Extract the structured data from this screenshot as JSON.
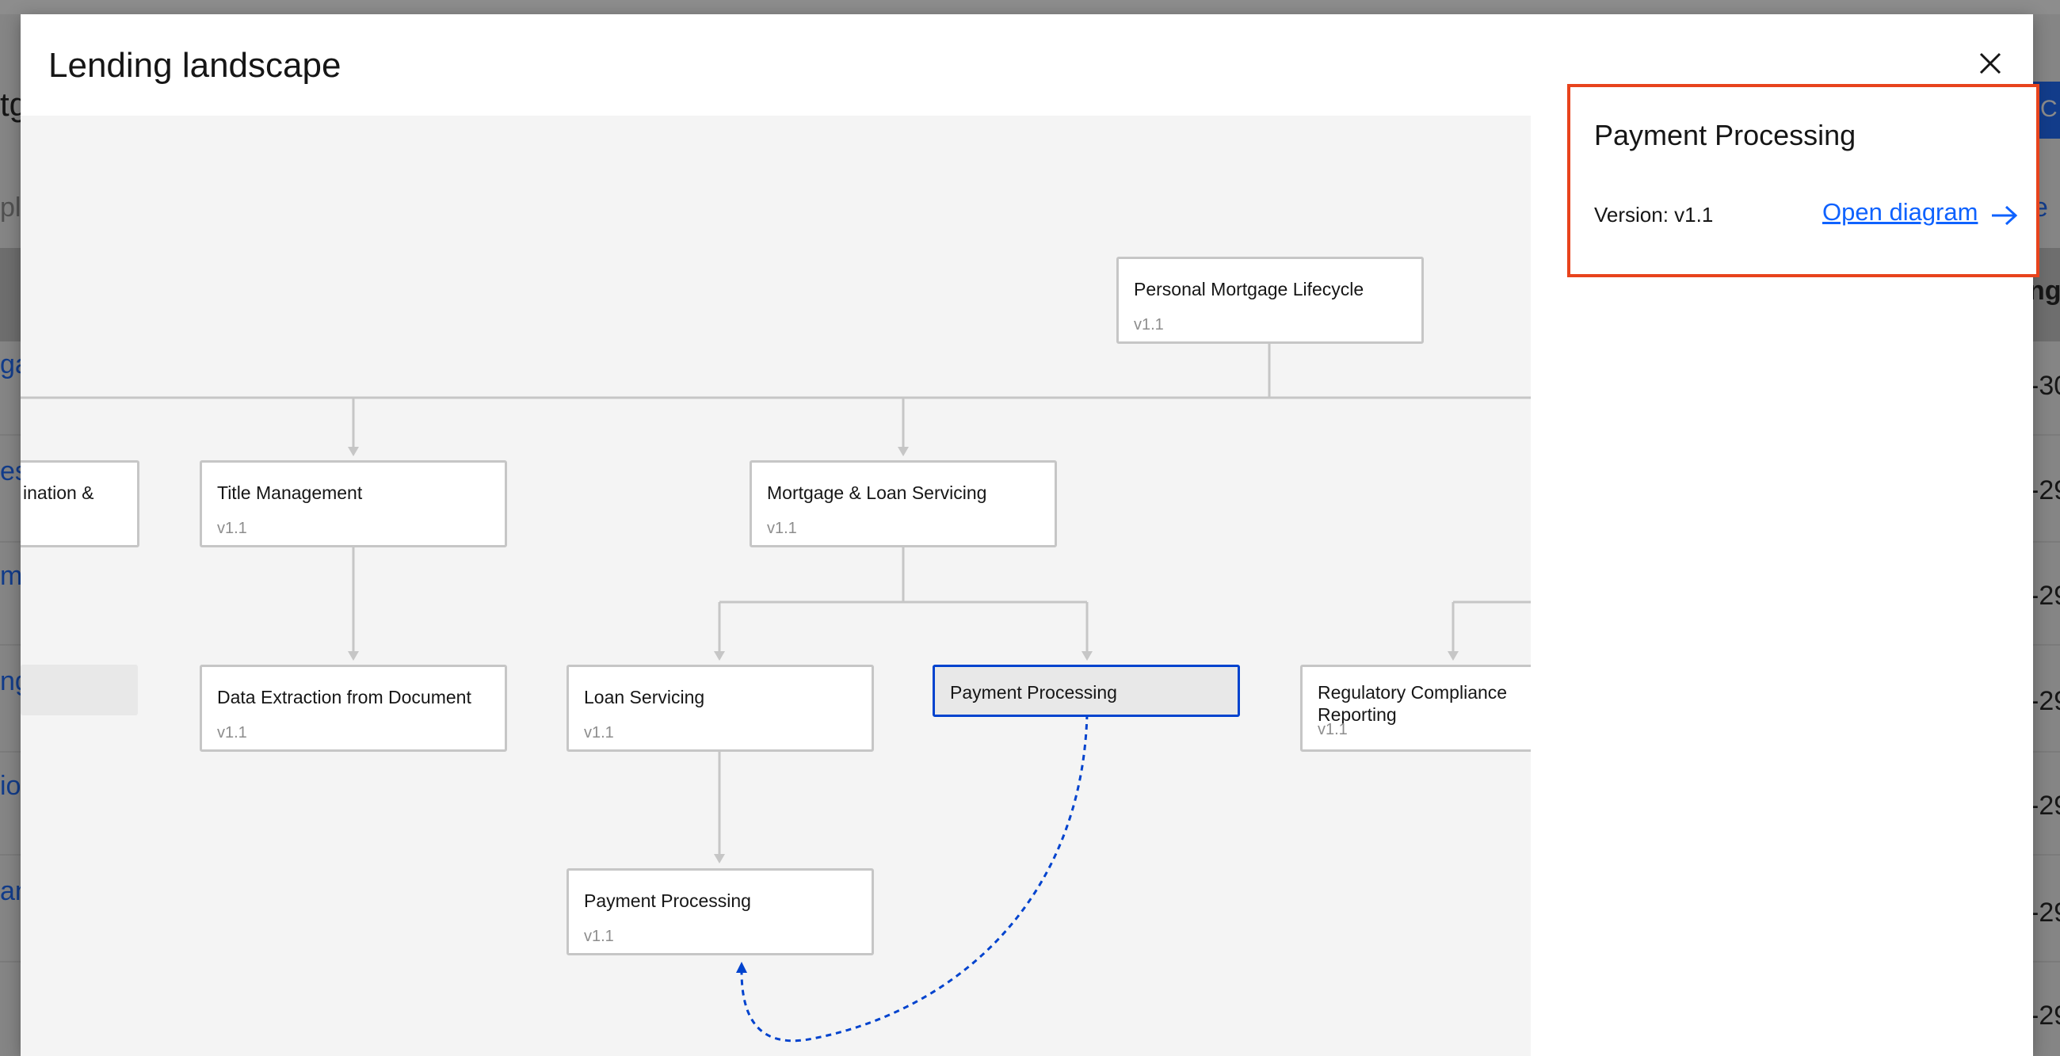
{
  "background": {
    "fragments": [
      "tg",
      "pl",
      "ga",
      "es",
      "m",
      "ng",
      "io",
      "an",
      "e",
      "ng"
    ],
    "button_label": "h C",
    "dates": [
      "-30",
      "-29",
      "-29",
      "-29",
      "-29",
      "-29",
      "-29"
    ]
  },
  "modal": {
    "title": "Lending landscape",
    "close_icon": "close-icon"
  },
  "diagram": {
    "nodes": [
      {
        "name": "Personal Mortgage Lifecycle",
        "version": "v1.1"
      },
      {
        "name": "ination &",
        "version": ""
      },
      {
        "name": "Title Management",
        "version": "v1.1"
      },
      {
        "name": "Mortgage & Loan Servicing",
        "version": "v1.1"
      },
      {
        "name": "Data Extraction from Document",
        "version": "v1.1"
      },
      {
        "name": "Loan Servicing",
        "version": "v1.1"
      },
      {
        "name": "Payment Processing",
        "version": "",
        "selected": true
      },
      {
        "name": "Regulatory Compliance Reporting",
        "version": "v1.1"
      },
      {
        "name": "Payment Processing",
        "version": "v1.1"
      }
    ],
    "colors": {
      "link": "#0043ce",
      "connector": "#c6c6c6"
    }
  },
  "panel": {
    "title": "Payment Processing",
    "version_label": "Version: v1.1",
    "link_label": "Open diagram",
    "link_icon": "arrow-right-icon",
    "highlight_color": "#e8431c"
  }
}
